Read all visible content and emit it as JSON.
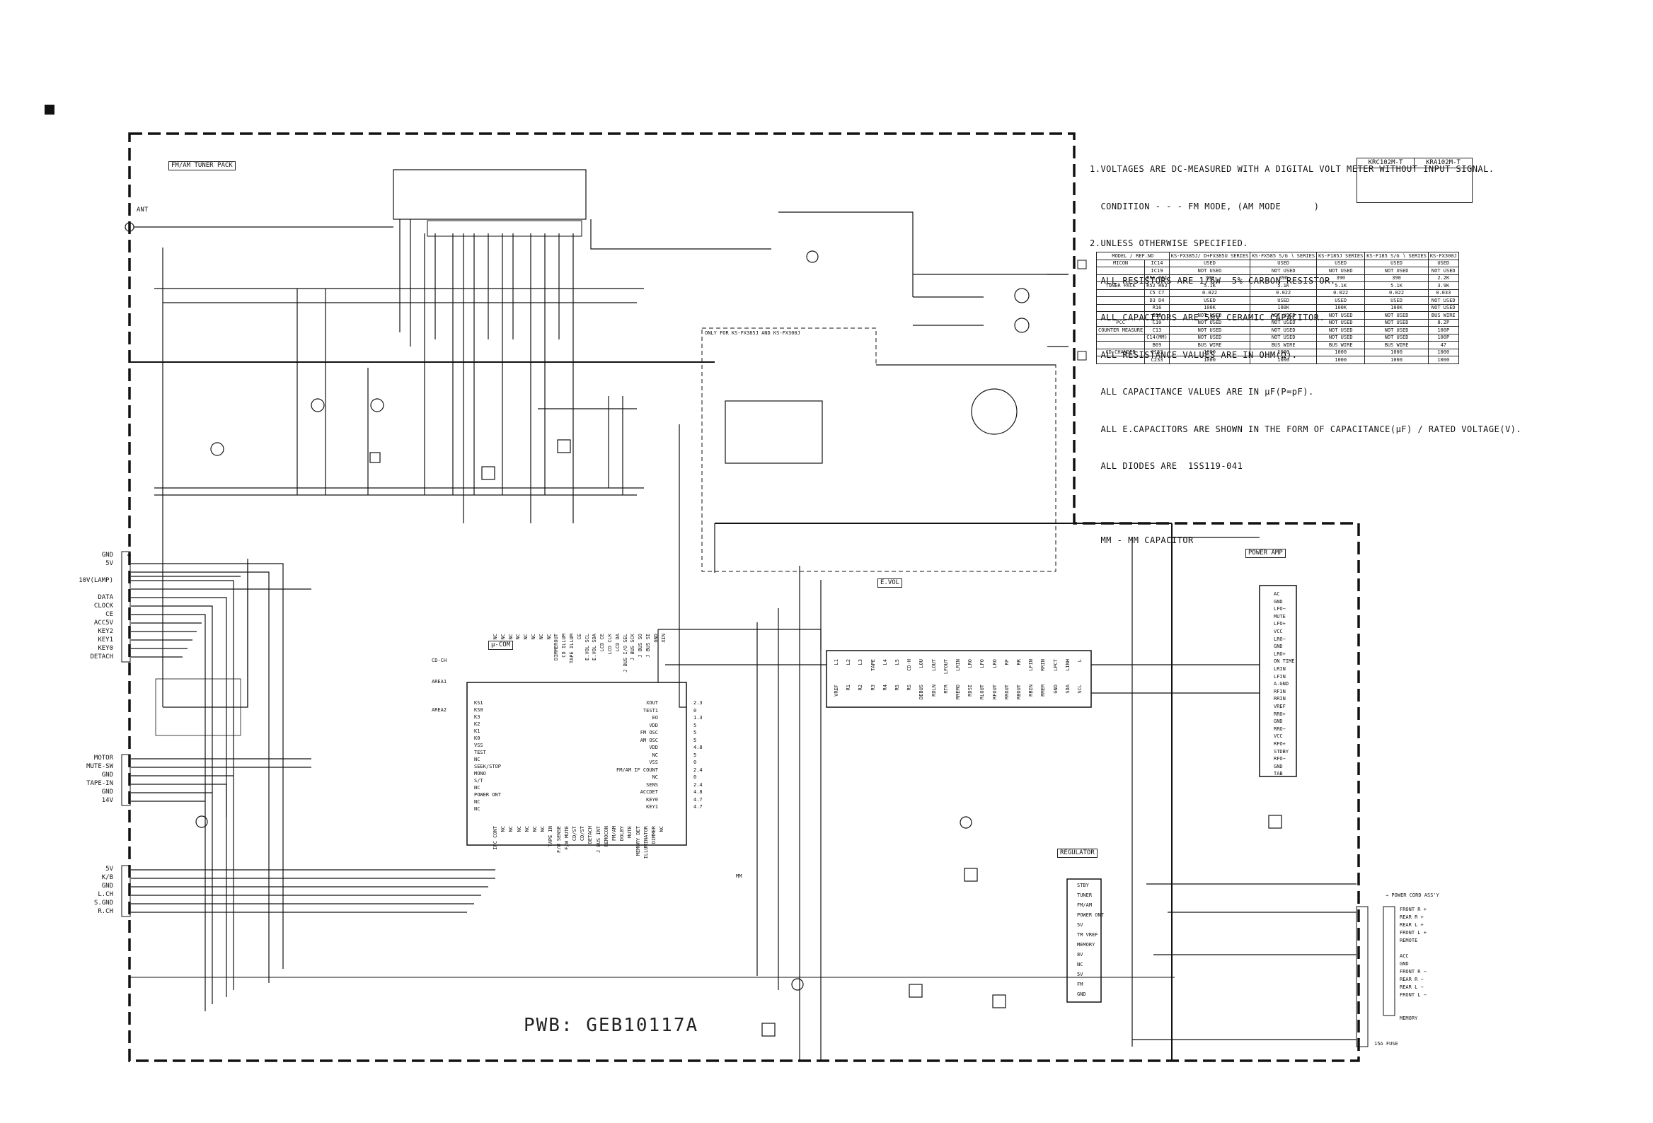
{
  "notes": {
    "lines": [
      "1.VOLTAGES ARE DC-MEASURED WITH A DIGITAL VOLT METER WITHOUT INPUT SIGNAL.",
      "  CONDITION - - - FM MODE, (AM MODE      )",
      "2.UNLESS OTHERWISE SPECIFIED.",
      "  ALL RESISTORS ARE 1/6W  5% CARBON RESISTOR.",
      "  ALL CAPACITORS ARE 50V CERAMIC CAPACITOR.",
      "  ALL RESISTANCE VALUES ARE IN OHM(Ω).",
      "  ALL CAPACITANCE VALUES ARE IN µF(P=pF).",
      "  ALL E.CAPACITORS ARE SHOWN IN THE FORM OF CAPACITANCE(µF) / RATED VOLTAGE(V).",
      "  ALL DIODES ARE  1SS119-041",
      "",
      "  MM - MM CAPACITOR"
    ]
  },
  "ic_box": {
    "left_title": "KRC102M-T",
    "right_title": "KRA102M-T"
  },
  "model_table": {
    "header": [
      "MODEL / REF.NO",
      "KS-FX385J/ D+FX385U SERIES",
      "KS-FX585 S/G ∖ SERIES",
      "KS-F185J SERIES",
      "KS-F185 S/G ∖ SERIES",
      "KS-FX300J"
    ],
    "rows": [
      [
        "MICON",
        "IC14",
        "USED",
        "USED",
        "USED",
        "USED",
        "USED"
      ],
      [
        "",
        "IC19",
        "NOT USED",
        "NOT USED",
        "NOT USED",
        "NOT USED",
        "NOT USED"
      ],
      [
        "",
        "R51  R61",
        "390",
        "390",
        "390",
        "390",
        "2.2K"
      ],
      [
        "TUNER PACK",
        "R52  R62",
        "5.1K",
        "5.1K",
        "5.1K",
        "5.1K",
        "3.9K"
      ],
      [
        "",
        "C5   C7",
        "0.022",
        "0.022",
        "0.022",
        "0.022",
        "0.033"
      ],
      [
        "",
        "D3   D4",
        "USED",
        "USED",
        "USED",
        "USED",
        "NOT USED"
      ],
      [
        "",
        "R16",
        "100K",
        "100K",
        "100K",
        "100K",
        "NOT USED"
      ],
      [
        "",
        "B18",
        "NOT USED",
        "NOT USED",
        "NOT USED",
        "NOT USED",
        "BUS WIRE"
      ],
      [
        "PCC",
        "C10",
        "NOT USED",
        "NOT USED",
        "NOT USED",
        "NOT USED",
        "8.2P"
      ],
      [
        "COUNTER MEASURE",
        "C13",
        "NOT USED",
        "NOT USED",
        "NOT USED",
        "NOT USED",
        "100P"
      ],
      [
        "",
        "C14(MM)",
        "NOT USED",
        "NOT USED",
        "NOT USED",
        "NOT USED",
        "100P"
      ],
      [
        "",
        "B69",
        "BUS WIRE",
        "BUS WIRE",
        "BUS WIRE",
        "BUS WIRE",
        "47"
      ],
      [
        "CD CHANGER",
        "C133",
        "1000",
        "1000",
        "1000",
        "1000",
        "1000"
      ],
      [
        "",
        "C233",
        "1000",
        "1000",
        "1000",
        "1000",
        "1000"
      ]
    ]
  },
  "blocks": {
    "tuner_pack": "FM/AM TUNER PACK",
    "micom": "µ-COM",
    "evol": "E.VOL",
    "power_amp": "POWER AMP",
    "regulator": "REGULATOR",
    "only_for": "ONLY FOR KS-FX385J AND KS-FX300J",
    "pwb": "PWB: GEB10117A",
    "ant": "ANT",
    "power_cord": "→ POWER CORD ASS'Y",
    "fuse": "15A FUSE"
  },
  "left_connector_1": [
    "GND",
    "5V",
    "",
    "10V(LAMP)",
    "",
    "DATA",
    "CLOCK",
    "CE",
    "ACC5V",
    "KEY2",
    "KEY1",
    "KEY0",
    "DETACH"
  ],
  "left_connector_2": [
    "MOTOR",
    "MUTE-SW",
    "GND",
    "TAPE-IN",
    "GND",
    "14V"
  ],
  "left_connector_3": [
    "5V",
    "K/B",
    "GND",
    "L.CH",
    "S.GND",
    "R.CH"
  ],
  "power_cord_labels": [
    "FRONT R +",
    "REAR R +",
    "REAR L +",
    "FRONT L +",
    "REMOTE",
    "",
    "ACC",
    "GND",
    "FRONT R −",
    "REAR R −",
    "REAR L −",
    "FRONT L −",
    "",
    "",
    "MEMORY"
  ],
  "power_amp_pins": [
    "AC",
    "GND",
    "LFO−",
    "MUTE",
    "LFO+",
    "VCC",
    "LRO−",
    "GND",
    "LRO+",
    "ON TIME",
    "LRIN",
    "LFIN",
    "A.GND",
    "RFIN",
    "RRIN",
    "VREF",
    "RRO+",
    "GND",
    "RRO−",
    "VCC",
    "RFO+",
    "STDBY",
    "RFO−",
    "GND",
    "TAB"
  ],
  "regulator_pins": [
    "STBY",
    "TUNER",
    "FM/AM",
    "POWER ONT",
    "5V",
    "TM VREF",
    "MEMORY",
    "8V",
    "NC",
    "5V",
    "FM",
    "GND"
  ],
  "micom_left_pins": [
    "KS1",
    "KS0",
    "K3",
    "K2",
    "K1",
    "K0",
    "VSS",
    "TEST",
    "NC",
    "SEEK/STOP",
    "MONO",
    "S/T",
    "NC",
    "POWER ONT",
    "NC",
    "NC"
  ],
  "micom_right_pins": [
    "XOUT",
    "TEST1",
    "EO",
    "VDD",
    "FM OSC",
    "AM OSC",
    "VDD",
    "NC",
    "VSS",
    "FM/AM IF COUNT",
    "NC",
    "SENS",
    "ACCDET",
    "KEY0",
    "KEY1"
  ],
  "micom_right_volts": [
    "2.3",
    "0",
    "1.3",
    "5",
    "5",
    "5",
    "4.8",
    "5",
    "0",
    "2.4",
    "0",
    "2.4",
    "4.8",
    "4.7",
    "4.7"
  ],
  "micom_top_pins": [
    "NC",
    "NC",
    "NC",
    "NC",
    "NC",
    "NC",
    "NC",
    "NC",
    "DIMMEROUT",
    "CD ILLUM",
    "TAPE ILLUM",
    "CE",
    "E.VOL SCL",
    "E.VOL SDA",
    "LCD CE",
    "LCD CLK",
    "LCD DA",
    "J BUS I/O SEL",
    "J BUS SCK",
    "J BUS SO",
    "J BUS SI",
    "GND",
    "XIN"
  ],
  "micom_bottom_pins": [
    "IFC CONT",
    "NC",
    "NC",
    "NC",
    "NC",
    "NC",
    "NC",
    "TAPE IN",
    "F/W SENSE",
    "F/W MUTE",
    "CD/ST",
    "CD/ST",
    "DETACH",
    "J BUS INT",
    "REMOCON",
    "FM/AM",
    "DOLBY",
    "MUTE",
    "MEMORY DET",
    "ILLUMINATOR",
    "DIMMER",
    "NC"
  ],
  "evol_top_pins": [
    "L1",
    "L2",
    "L3",
    "TAPE",
    "L4",
    "L5",
    "CD-H",
    "LOU",
    "LOUT",
    "LFOUT",
    "LRIN",
    "LRO",
    "LFO",
    "LRO",
    "RF",
    "RR",
    "LFIN",
    "RRIN",
    "LPCT",
    "LINH",
    "L"
  ],
  "evol_bottom_pins": [
    "VREF",
    "R1",
    "R2",
    "R3",
    "R4",
    "R5",
    "RS",
    "DEBUS",
    "RDLN",
    "RTR",
    "RMEMO",
    "RDSI",
    "RLOUT",
    "RFOUT",
    "RROUT",
    "RBOUT",
    "RBIN",
    "RMEM",
    "GND",
    "SDA",
    "SCL"
  ],
  "misc_labels": {
    "cd_ch": "CD-CH",
    "area1": "AREA1",
    "area2": "AREA2",
    "mm": "MM"
  }
}
